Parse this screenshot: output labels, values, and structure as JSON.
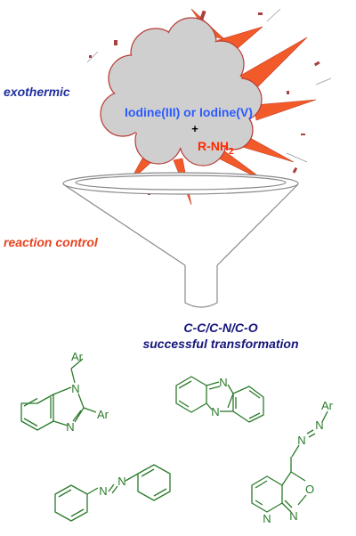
{
  "colors": {
    "exothermic_text": "#1f2f9e",
    "reaction_control_text": "#e8431e",
    "reagent_blue": "#2b5bff",
    "reagent_red": "#ff2a00",
    "plus": "#000000",
    "outcome_text": "#14147a",
    "cloud_fill": "#cfcfcf",
    "cloud_stroke": "#b93b35",
    "spike_fill": "#f25a2a",
    "funnel_stroke": "#8a8a8a",
    "structure_stroke": "#2a7a2a"
  },
  "labels": {
    "exothermic": "exothermic",
    "reaction_control": "reaction control",
    "reagent_iodine": "Iodine(III) or Iodine(V)",
    "plus": "+",
    "amine_main": "R-NH",
    "amine_sub": "2",
    "outcome_line1": "C-C/C-N/C-O",
    "outcome_line2": "successful transformation"
  },
  "structures": {
    "benzimidazole": {
      "atom_N1": "N",
      "atom_N3": "N",
      "sub_ar_top": "Ar",
      "sub_ar_right": "Ar"
    },
    "pyridobenzimidazole": {
      "atom_N_top": "N",
      "atom_N_bridge": "N"
    },
    "azobenzene": {
      "atom_N1": "N",
      "atom_N2": "N"
    },
    "isoxazolopyridine_azo": {
      "atom_N_azo1": "N",
      "atom_N_azo2": "N",
      "sub_ar": "Ar",
      "atom_O": "O",
      "atom_N_ring": "N",
      "atom_N_pyr": "N"
    }
  }
}
